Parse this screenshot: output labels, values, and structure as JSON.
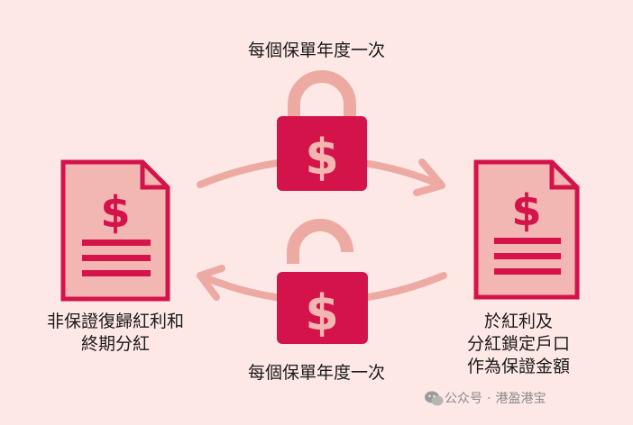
{
  "diagram": {
    "top_caption": "每個保單年度一次",
    "bottom_caption": "每個保單年度一次",
    "left_caption": [
      "非保證復歸紅利和",
      "終期分紅"
    ],
    "right_caption": [
      "於紅利及",
      "分紅鎖定戶口",
      "作為保證金額"
    ],
    "currency_symbol": "$"
  },
  "watermark": {
    "prefix": "公众号",
    "separator": "·",
    "name": "港盈港宝"
  },
  "colors": {
    "background": "#fde8e6",
    "crimson": "#d4134a",
    "pink_light": "#f3b7b3",
    "shackle": "#ecaaa3"
  }
}
